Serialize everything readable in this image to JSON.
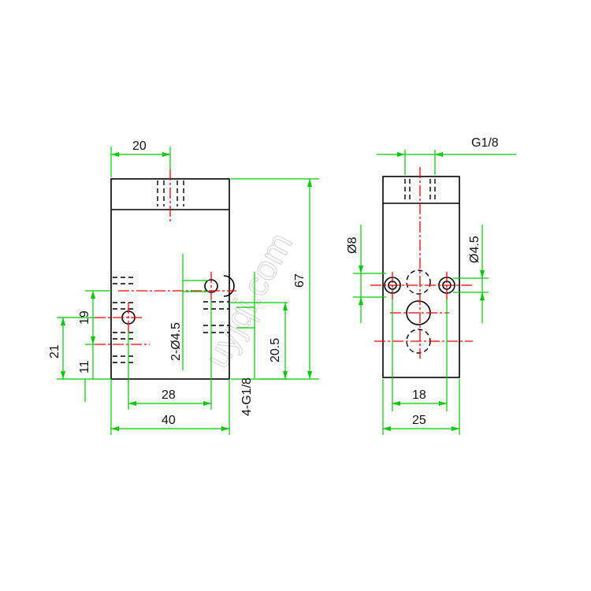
{
  "colors": {
    "outline": "#000000",
    "dimension": "#00cc00",
    "centerline": "#ff0000",
    "text": "#111111",
    "watermark": "#d9d9d9"
  },
  "watermark": "uyjqi.com",
  "front_view": {
    "width_top": "20",
    "height": "67",
    "dim_19": "19",
    "dim_21": "21",
    "dim_11": "11",
    "mount_holes": "2-Ø4.5",
    "dim_20_5": "20.5",
    "dim_28": "28",
    "dim_40": "40",
    "ports": "4-G1/8"
  },
  "side_view": {
    "port_thread": "G1/8",
    "dia_8": "Ø8",
    "dia_4_5": "Ø4.5",
    "dim_18": "18",
    "dim_25": "25"
  }
}
